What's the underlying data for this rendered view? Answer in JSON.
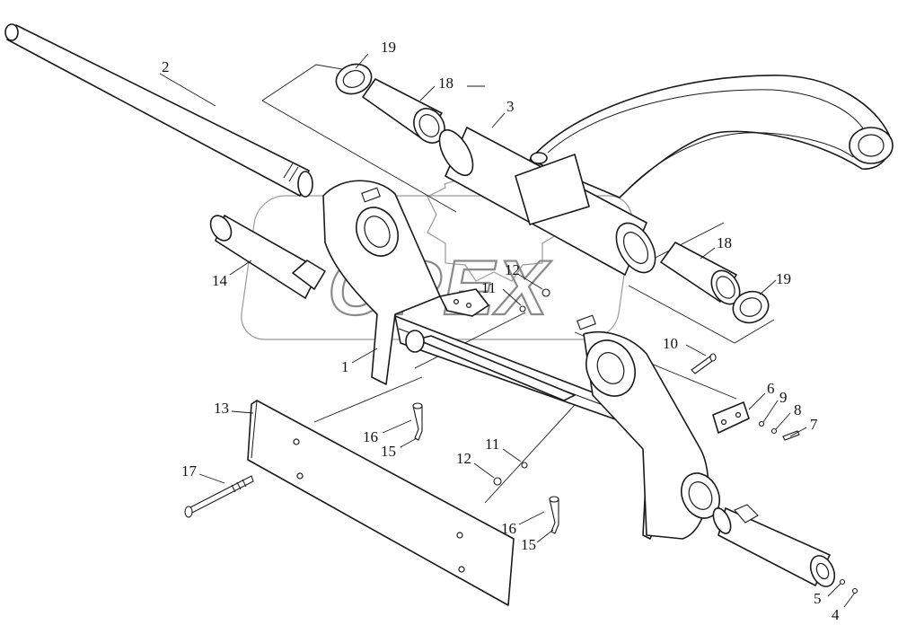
{
  "watermark": {
    "text": "OPEX"
  },
  "callouts": [
    {
      "id": "c2",
      "label": "2"
    },
    {
      "id": "c19a",
      "label": "19"
    },
    {
      "id": "c18a",
      "label": "18"
    },
    {
      "id": "c3",
      "label": "3"
    },
    {
      "id": "c18b",
      "label": "18"
    },
    {
      "id": "c19b",
      "label": "19"
    },
    {
      "id": "c14",
      "label": "14"
    },
    {
      "id": "c12a",
      "label": "12"
    },
    {
      "id": "c11a",
      "label": "11"
    },
    {
      "id": "c1",
      "label": "1"
    },
    {
      "id": "c10",
      "label": "10"
    },
    {
      "id": "c6",
      "label": "6"
    },
    {
      "id": "c9",
      "label": "9"
    },
    {
      "id": "c8",
      "label": "8"
    },
    {
      "id": "c7",
      "label": "7"
    },
    {
      "id": "c13",
      "label": "13"
    },
    {
      "id": "c16a",
      "label": "16"
    },
    {
      "id": "c15a",
      "label": "15"
    },
    {
      "id": "c11b",
      "label": "11"
    },
    {
      "id": "c12b",
      "label": "12"
    },
    {
      "id": "c17",
      "label": "17"
    },
    {
      "id": "c16b",
      "label": "16"
    },
    {
      "id": "c15b",
      "label": "15"
    },
    {
      "id": "c5",
      "label": "5"
    },
    {
      "id": "c4",
      "label": "4"
    }
  ]
}
